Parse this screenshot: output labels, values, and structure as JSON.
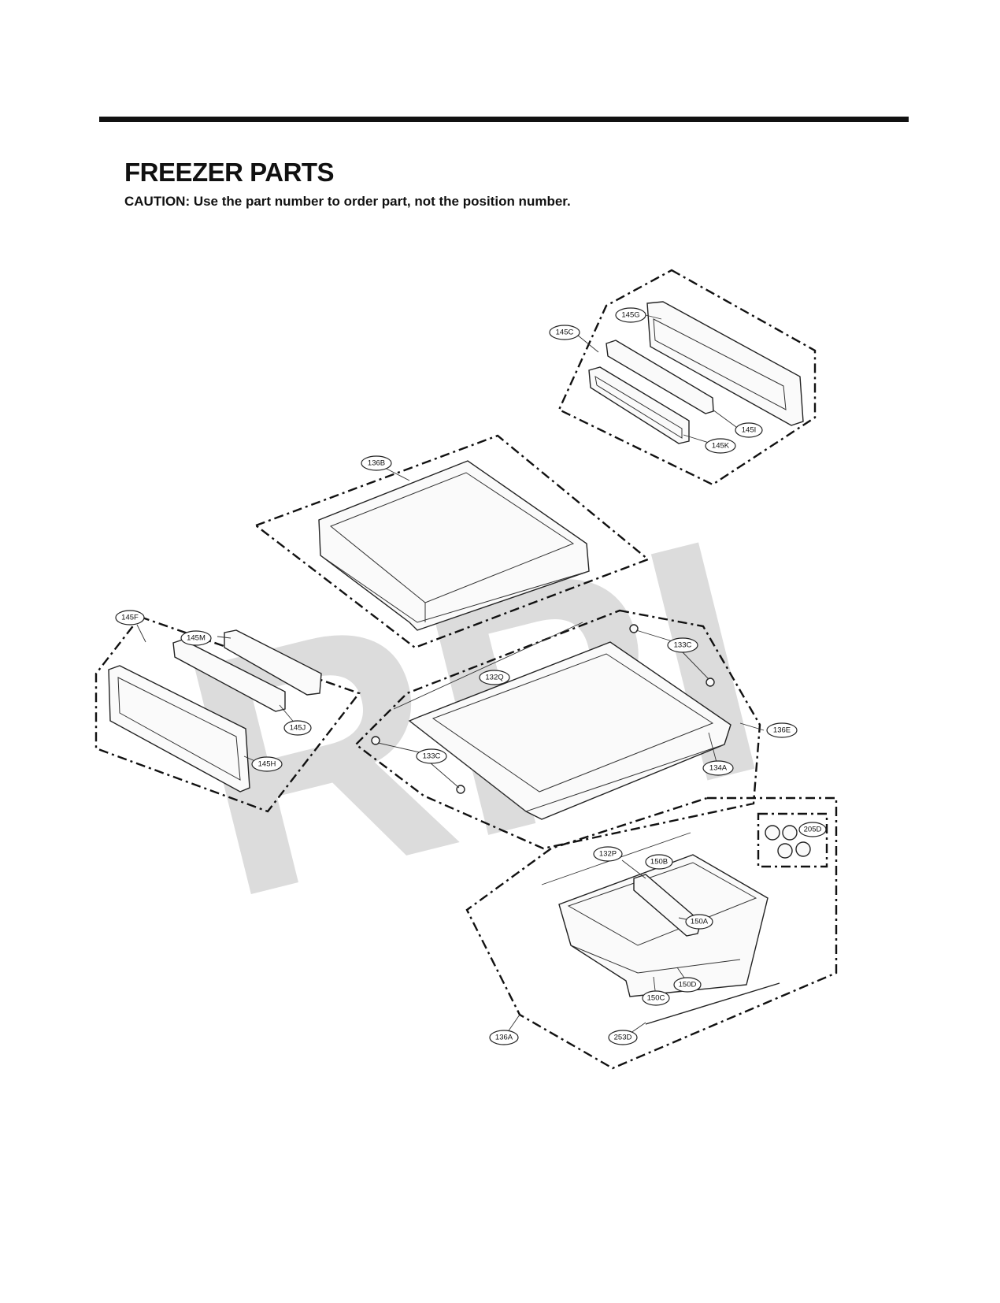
{
  "header": {
    "title": "FREEZER PARTS",
    "caution": "CAUTION: Use the part number to order part, not the position number."
  },
  "watermark": {
    "text": "RPI",
    "color": "#dcdcdc"
  },
  "callouts": {
    "c145G": "145G",
    "c145C": "145C",
    "c145I": "145I",
    "c145K": "145K",
    "c136B": "136B",
    "c145F": "145F",
    "c145M": "145M",
    "c145J": "145J",
    "c145H": "145H",
    "c133C_top": "133C",
    "c132Q": "132Q",
    "c136E": "136E",
    "c133C_left": "133C",
    "c134A": "134A",
    "c205D": "205D",
    "c132P": "132P",
    "c150B": "150B",
    "c150A": "150A",
    "c150D": "150D",
    "c150C": "150C",
    "c253D": "253D",
    "c136A": "136A"
  }
}
